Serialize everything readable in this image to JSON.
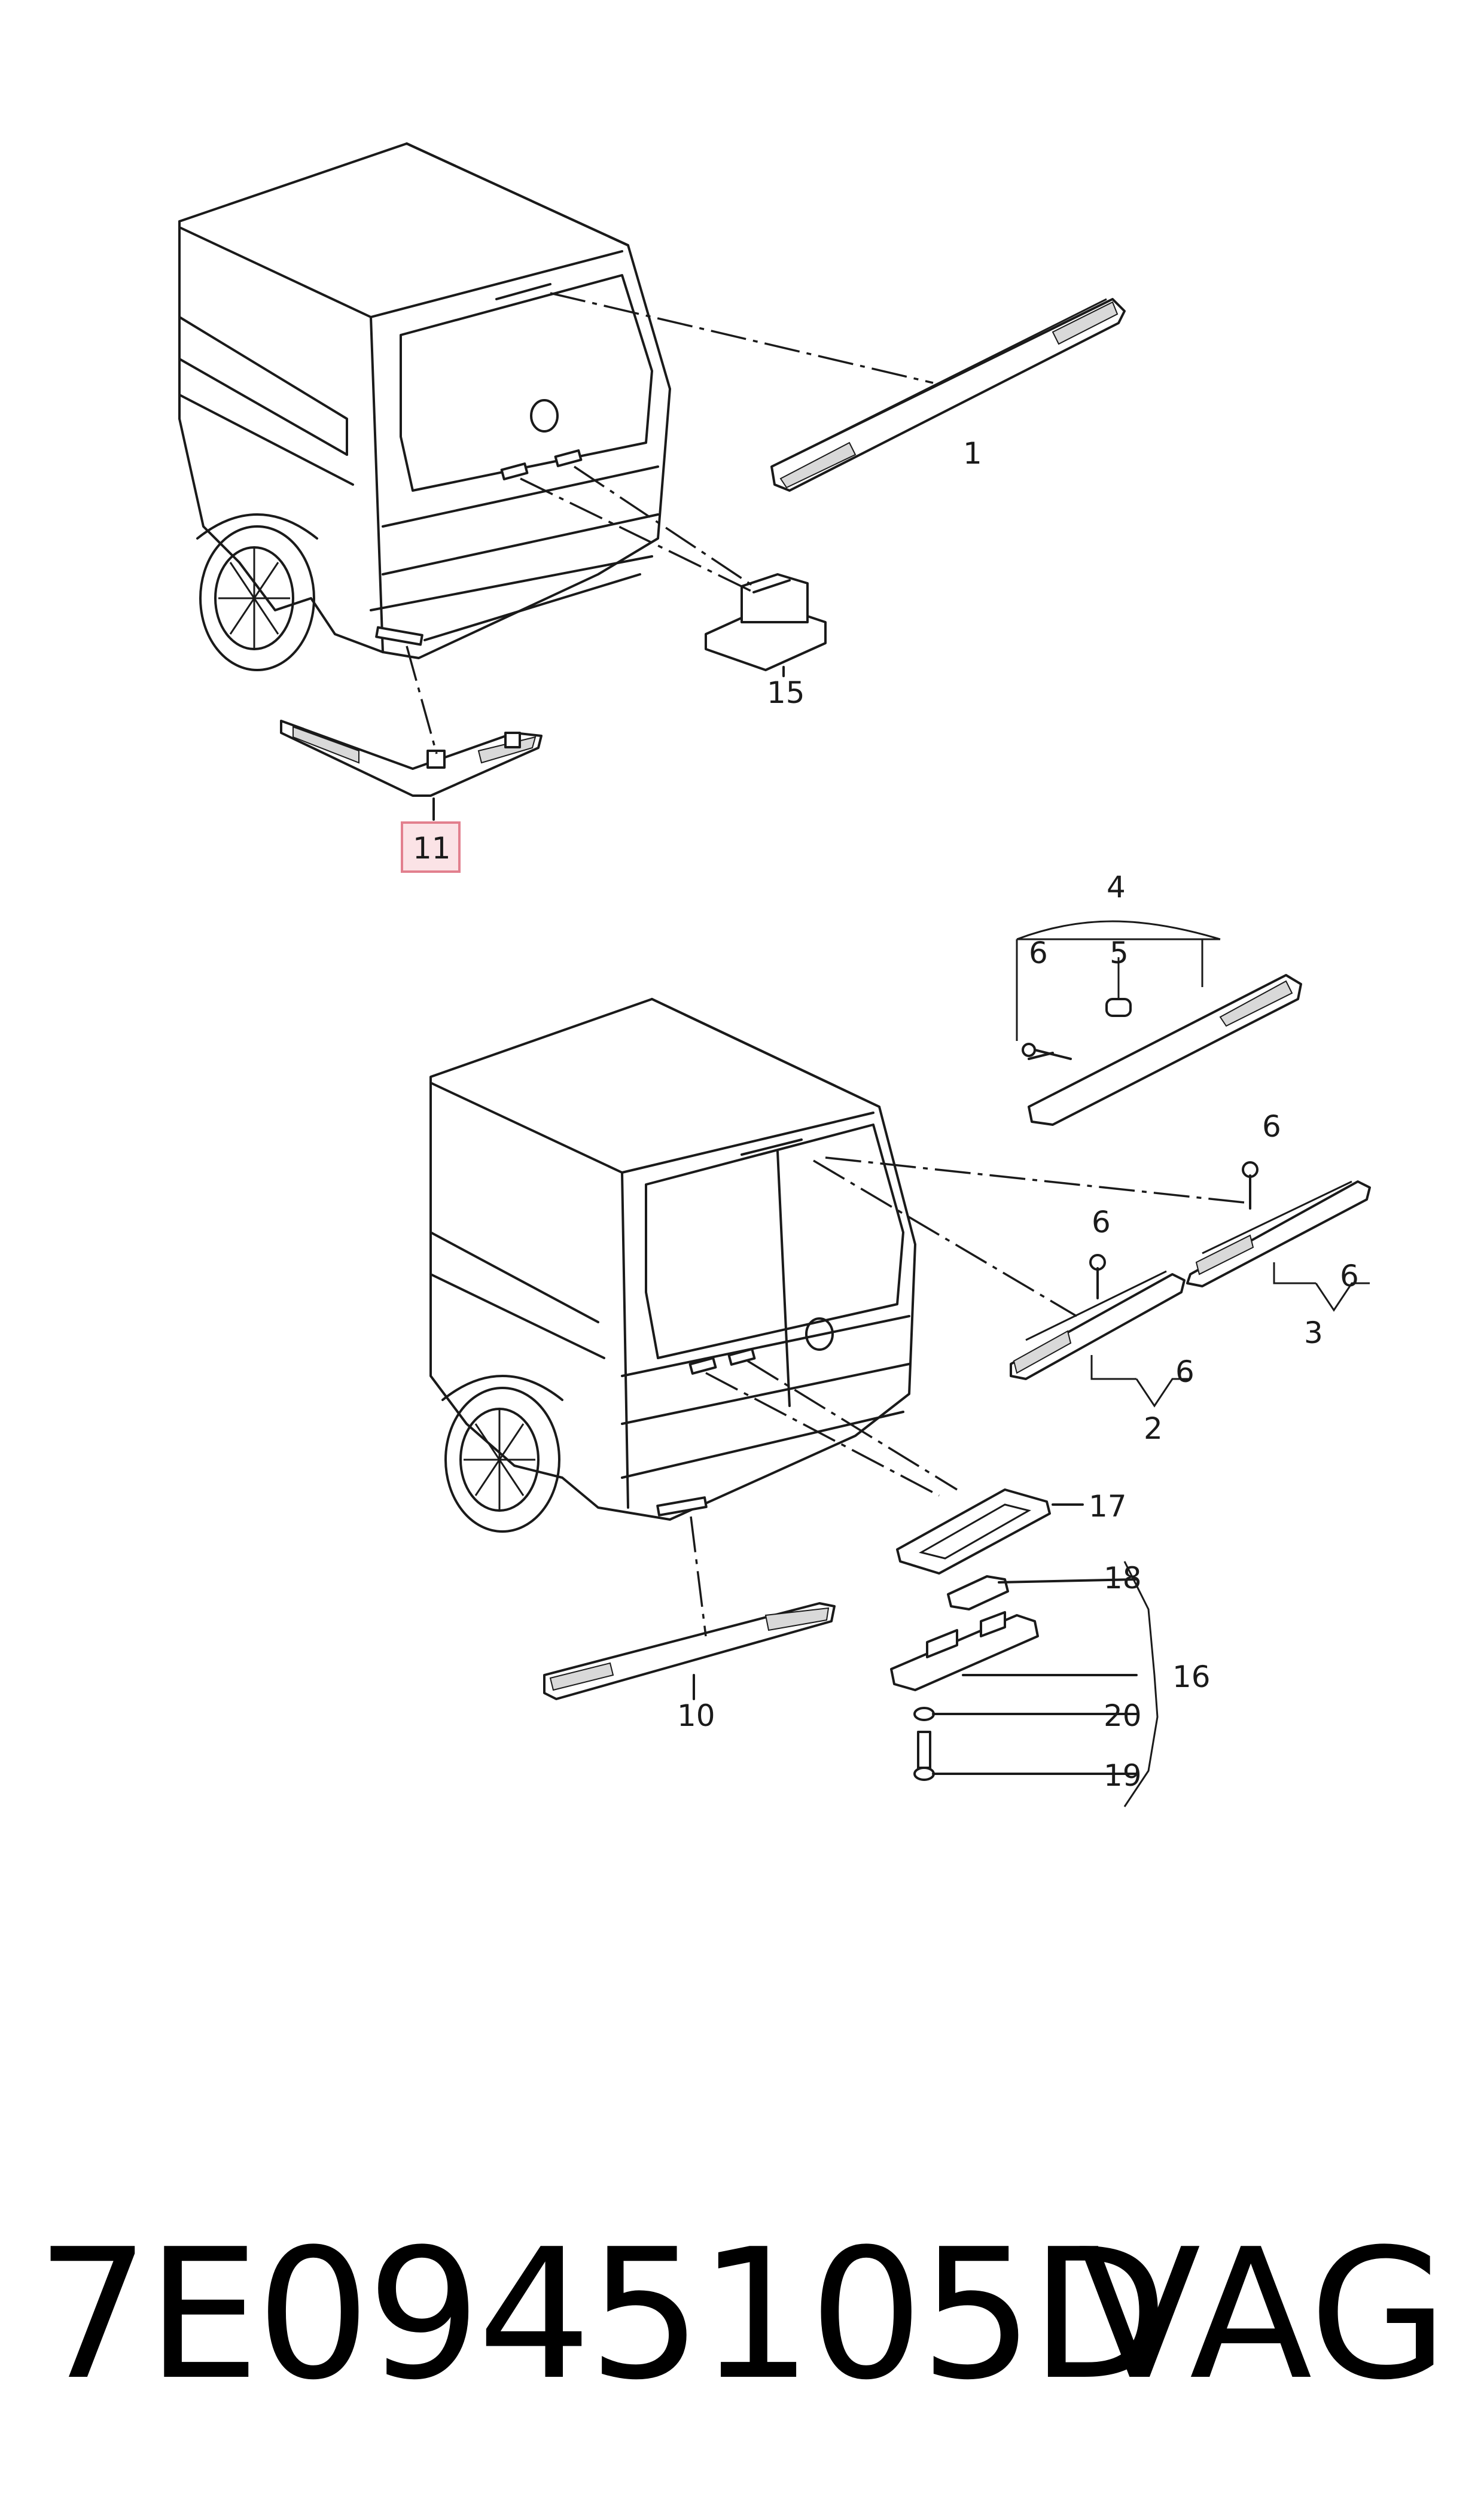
{
  "callouts": {
    "c1": "1",
    "c2": "2",
    "c3": "3",
    "c4": "4",
    "c5": "5",
    "c6a": "6",
    "c6b": "6",
    "c6c": "6",
    "c6d": "6",
    "c6e": "6",
    "c10": "10",
    "c11": "11",
    "c15": "15",
    "c16": "16",
    "c17": "17",
    "c18": "18",
    "c19": "19",
    "c20": "20"
  },
  "highlighted_part": "11",
  "highlight_color": "#fbe3e6",
  "highlight_border": "#e2808e",
  "footer": {
    "part_number": "7E0945105D",
    "brand": "VAG"
  }
}
